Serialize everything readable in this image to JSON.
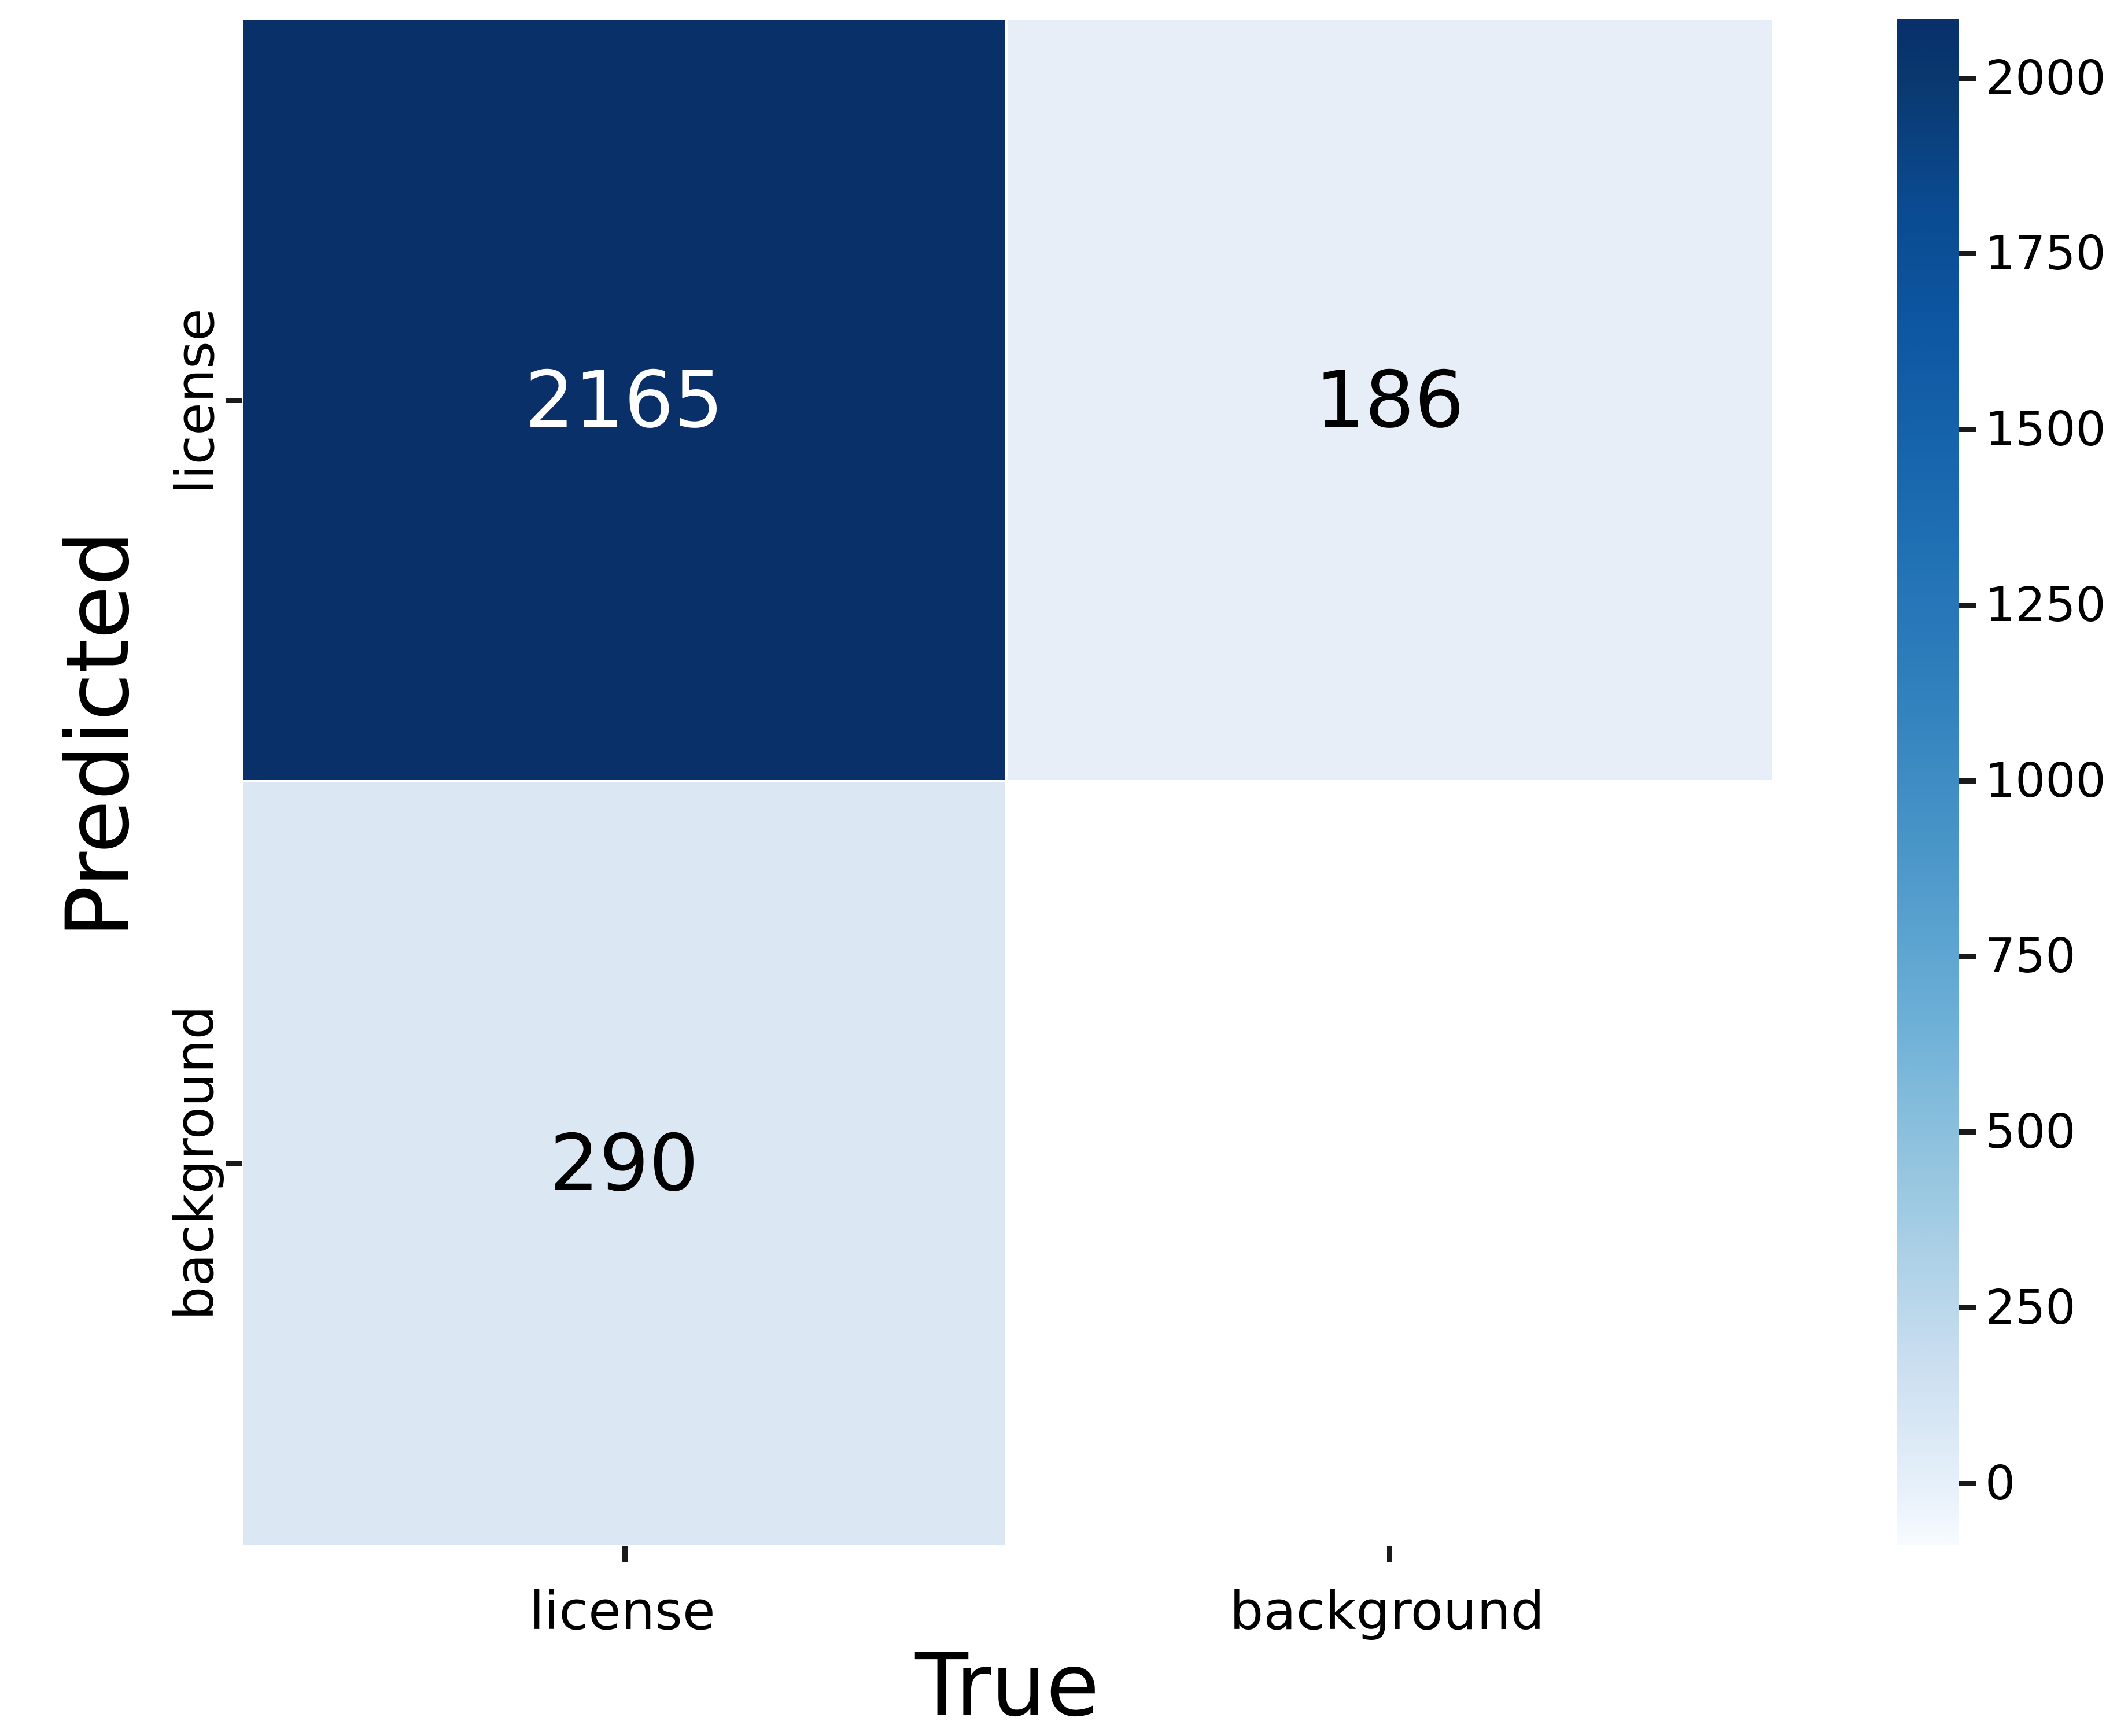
{
  "chart_data": {
    "type": "heatmap",
    "title": "",
    "subtitle": "",
    "xlabel": "True",
    "ylabel": "Predicted",
    "x_categories": [
      "license",
      "background"
    ],
    "y_categories": [
      "license",
      "background"
    ],
    "matrix": [
      [
        2165,
        186
      ],
      [
        290,
        null
      ]
    ],
    "annotations": [
      {
        "row": 0,
        "col": 0,
        "text": "2165",
        "text_color": "#ffffff",
        "cell_color": "#0a3069"
      },
      {
        "row": 0,
        "col": 1,
        "text": "186",
        "text_color": "#000000",
        "cell_color": "#e8eef8"
      },
      {
        "row": 1,
        "col": 0,
        "text": "290",
        "text_color": "#000000",
        "cell_color": "#dbe7f3"
      },
      {
        "row": 1,
        "col": 1,
        "text": "",
        "text_color": "#000000",
        "cell_color": "#ffffff"
      }
    ],
    "colormap": "Blues",
    "colorbar": {
      "position": "right",
      "ticks": [
        0,
        250,
        500,
        750,
        1000,
        1250,
        1500,
        1750,
        2000
      ],
      "tick_labels": [
        "0",
        "250",
        "500",
        "750",
        "1000",
        "1250",
        "1500",
        "1750",
        "2000"
      ],
      "vmin": 0,
      "vmax": 2165,
      "low_color": "#f7fbff",
      "high_color": "#08306b"
    },
    "grid": false,
    "legend": "none"
  },
  "axes": {
    "x_label": "True",
    "y_label": "Predicted",
    "x_ticks": [
      {
        "label": "license"
      },
      {
        "label": "background"
      }
    ],
    "y_ticks": [
      {
        "label": "license"
      },
      {
        "label": "background"
      }
    ]
  },
  "cells": [
    {
      "value": "2165"
    },
    {
      "value": "186"
    },
    {
      "value": "290"
    },
    {
      "value": ""
    }
  ],
  "colorbar_labels": [
    {
      "text": "2000"
    },
    {
      "text": "1750"
    },
    {
      "text": "1500"
    },
    {
      "text": "1250"
    },
    {
      "text": "1000"
    },
    {
      "text": "750"
    },
    {
      "text": "500"
    },
    {
      "text": "250"
    },
    {
      "text": "0"
    }
  ]
}
